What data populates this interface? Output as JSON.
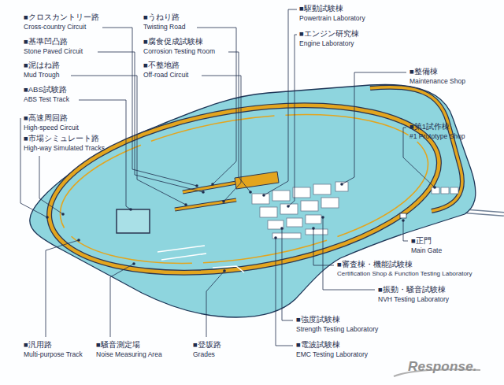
{
  "diagram": {
    "labels": [
      "■クロスカントリー路",
      "Cross-country Circuit",
      "■基準凹凸路",
      "Stone Paved Circuit",
      "■泥はね路",
      "Mud Trough",
      "■うねり路",
      "Twisting Road",
      "■腐食促成試験棟",
      "Corrosion Testing Room",
      "■不整地路",
      "Off-road Circuit",
      "■ABS試験路",
      "ABS Test Track",
      "■高速周回路",
      "High-speed Circuit",
      "■市場シミュレート路",
      "High-way Simulated Tracks",
      "■駆動試験棟",
      "Powertrain Laboratory",
      "■エンジン研究棟",
      "Engine Laboratory",
      "■整備棟",
      "Maintenance Shop",
      "■第1試作棟",
      "#1 Prototype Shop",
      "■正門",
      "Main Gate",
      "■審査棟・機能試験棟",
      "Certification Shop & Function Testing Laboratory",
      "■振動・騒音試験棟",
      "NVH Testing Laboratory",
      "■強度試験棟",
      "Strength Testing Laboratory",
      "■電波試験棟",
      "EMC Testing Laboratory",
      "■汎用路",
      "Multi-purpose Track",
      "■騒音測定場",
      "Noise Measuring Area",
      "■登坂路",
      "Grades",
      "Response."
    ]
  }
}
